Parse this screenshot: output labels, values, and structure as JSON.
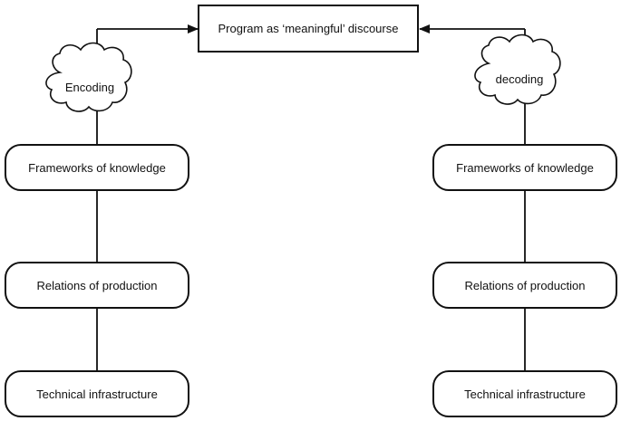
{
  "top_box": {
    "label": "Program as ‘meaningful’ discourse"
  },
  "left_column": {
    "cloud_label": "Encoding",
    "boxes": [
      {
        "label": "Frameworks of knowledge"
      },
      {
        "label": "Relations of production"
      },
      {
        "label": "Technical infrastructure"
      }
    ]
  },
  "right_column": {
    "cloud_label": "decoding",
    "boxes": [
      {
        "label": "Frameworks of knowledge"
      },
      {
        "label": "Relations of production"
      },
      {
        "label": "Technical infrastructure"
      }
    ]
  }
}
